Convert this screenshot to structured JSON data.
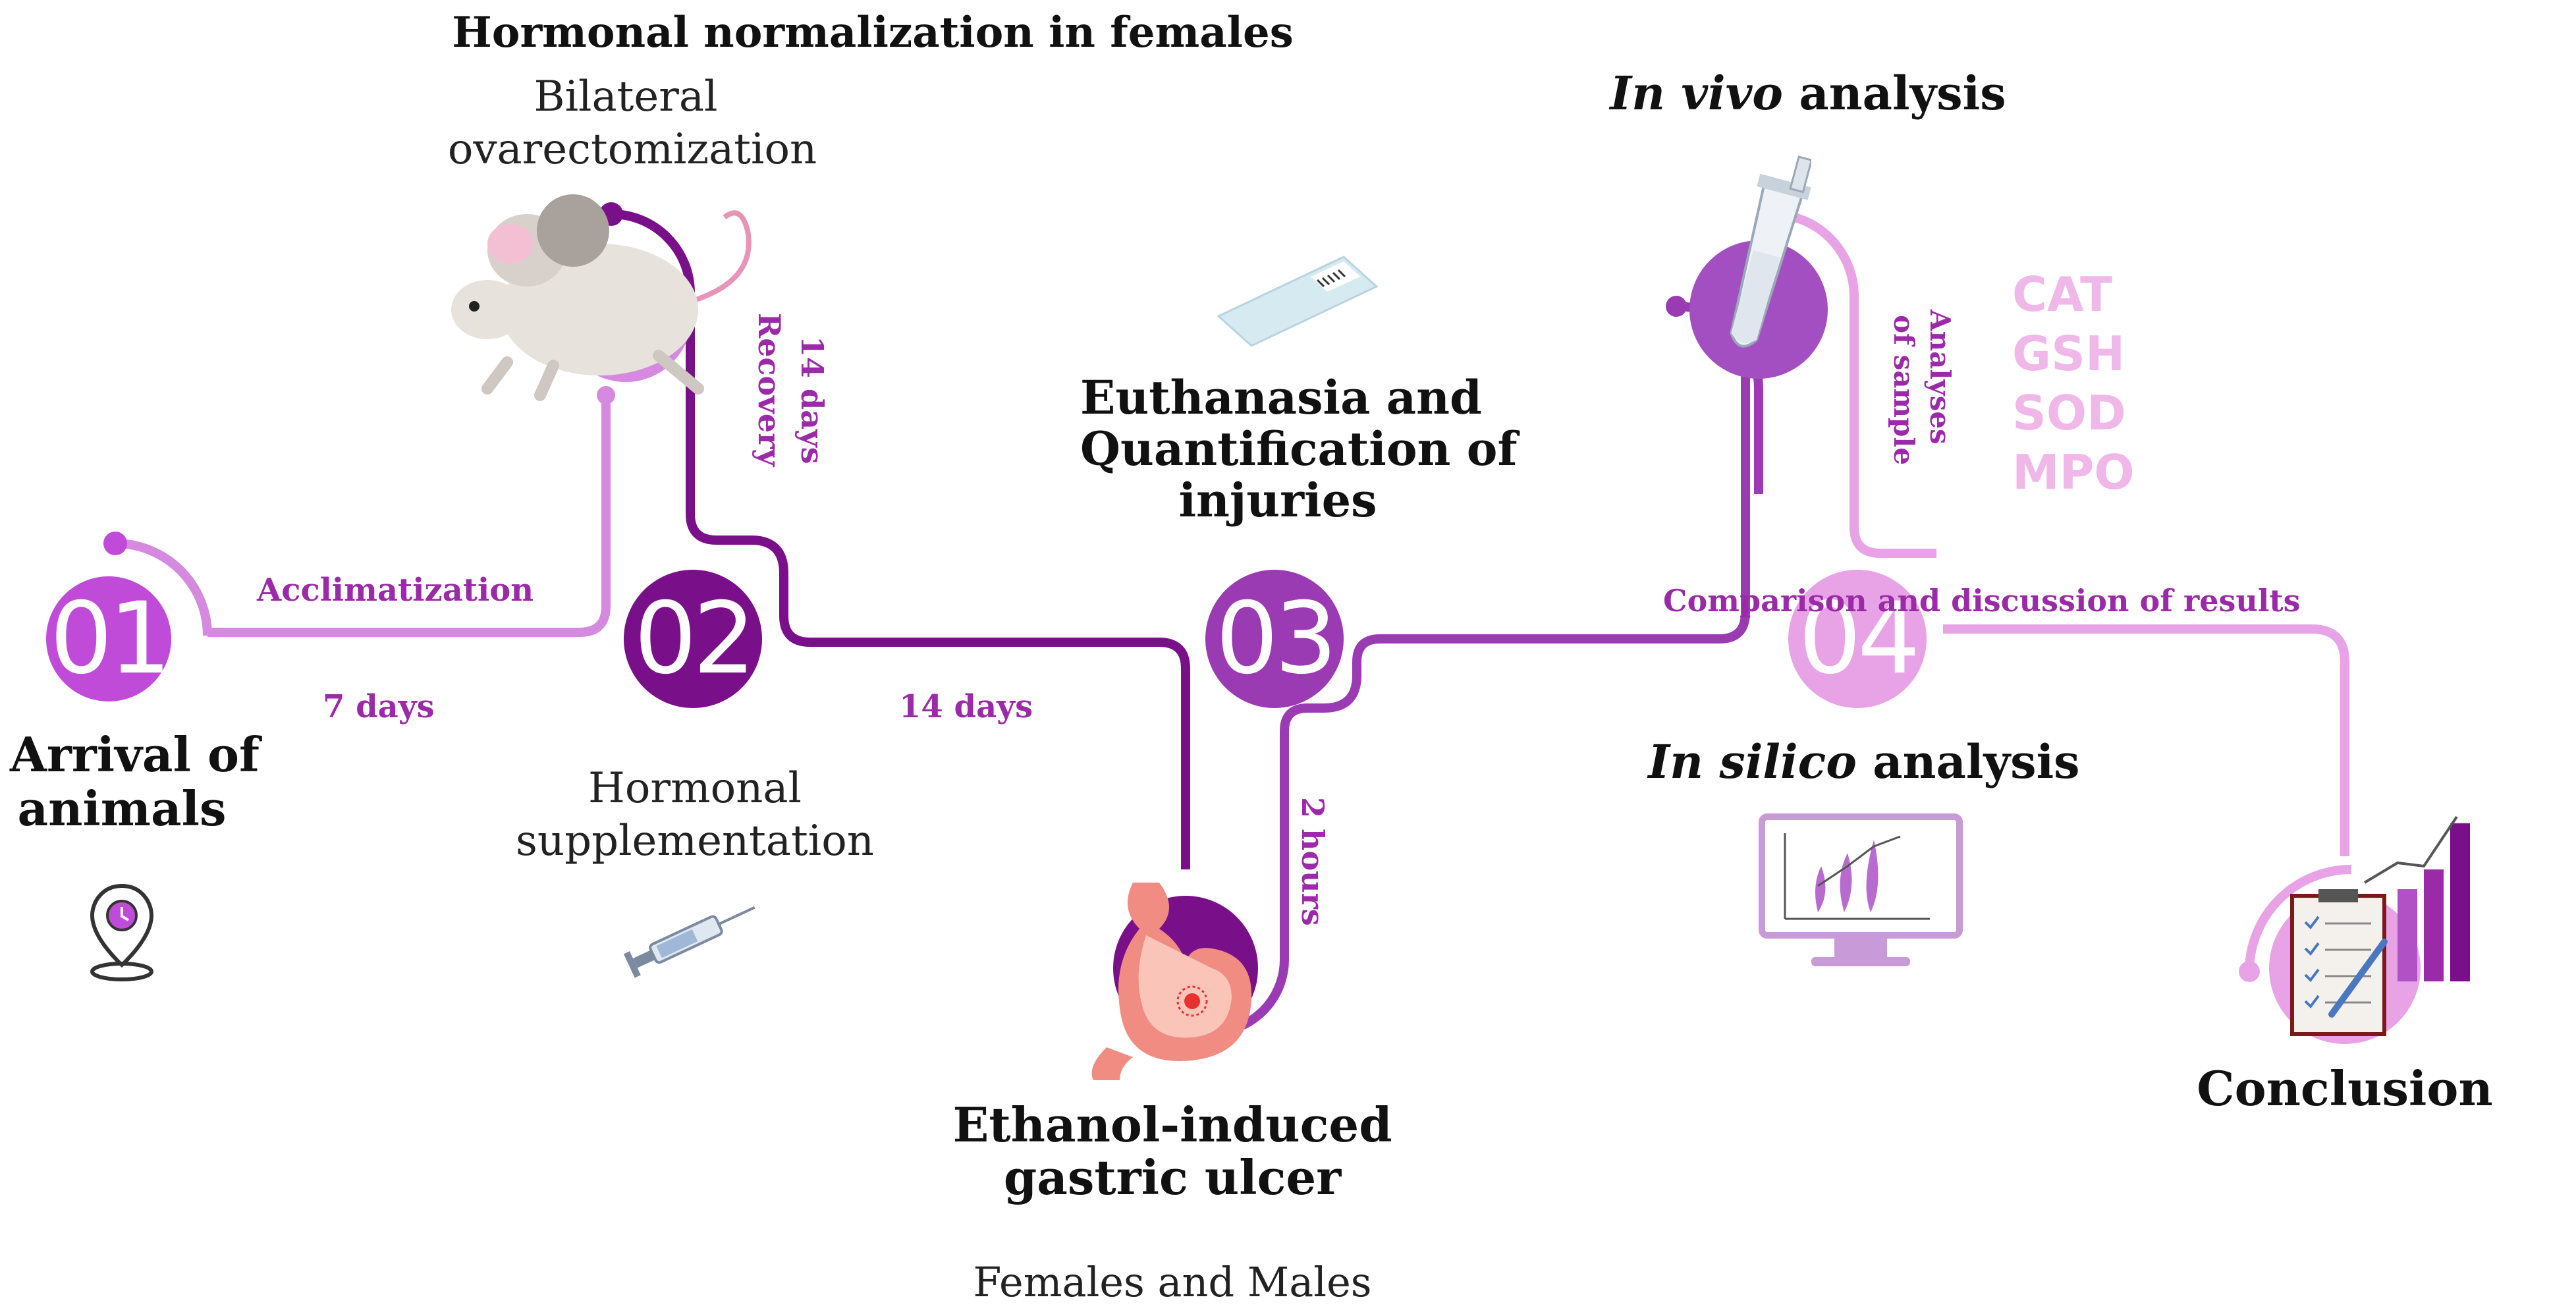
{
  "colors": {
    "step1": "#c04bd9",
    "step2": "#7a0f8a",
    "step3": "#9b3bb3",
    "step4": "#e8a3e6",
    "label_purple": "#9b2aa8",
    "analytes": "#f0b8e8"
  },
  "steps": [
    {
      "number": "01",
      "title": "Arrival of\nanimals"
    },
    {
      "number": "02",
      "title": "Hormonal normalization in females"
    },
    {
      "number": "03",
      "title": "Euthanasia and\nQuantification of\ninjuries"
    },
    {
      "number": "04",
      "title": ""
    }
  ],
  "labels": {
    "acclimatization": "Acclimatization",
    "days7": "7 days",
    "days14a": "14 days",
    "recovery_days": "14 days",
    "recovery": "Recovery",
    "hours2": "2 hours",
    "analyses_line1": "Analyses",
    "analyses_line2": "of sample",
    "comparison": "Comparison and discussion of results"
  },
  "texts": {
    "bilateral_line1": "Bilateral",
    "bilateral_line2": "ovarectomization",
    "hormonal_sup_line1": "Hormonal",
    "hormonal_sup_line2": "supplementation",
    "ulcer_line1": "Ethanol-induced",
    "ulcer_line2": "gastric ulcer",
    "females_males": "Females and Males",
    "in_vivo_italic": "In vivo",
    "in_vivo_rest": " analysis",
    "in_silico_italic": "In silico",
    "in_silico_rest": " analysis",
    "conclusion": "Conclusion"
  },
  "analytes": [
    "CAT",
    "GSH",
    "SOD",
    "MPO"
  ],
  "icons": [
    "location-pin-icon",
    "mouse-icon",
    "syringe-icon",
    "microscope-slide-icon",
    "stomach-icon",
    "test-tube-icon",
    "monitor-chart-icon",
    "clipboard-chart-icon"
  ]
}
